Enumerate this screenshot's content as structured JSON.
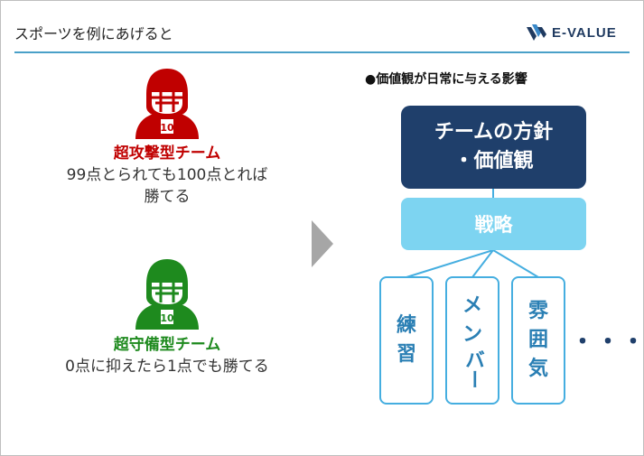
{
  "header": {
    "title": "スポーツを例にあげると",
    "logo_text": "E-VALUE"
  },
  "left": {
    "team1": {
      "heading": "超攻撃型チーム",
      "line1": "99点とられても100点とれば",
      "line2": "勝てる",
      "jersey_number": "10",
      "color": "#c00000"
    },
    "team2": {
      "heading": "超守備型チーム",
      "line1": "0点に抑えたら1点でも勝てる",
      "jersey_number": "10",
      "color": "#1e8a1e"
    }
  },
  "right": {
    "influence_label": "●価値観が日常に与える影響",
    "policy_line1": "チームの方針",
    "policy_line2": "・価値観",
    "strategy": "戦略",
    "subs": [
      {
        "c1": "練",
        "c2": "習",
        "c3": ""
      },
      {
        "c1": "メ",
        "c2": "ン",
        "c3": "バー"
      },
      {
        "c1": "雰",
        "c2": "囲",
        "c3": "気"
      }
    ],
    "ellipsis": "・・・"
  },
  "colors": {
    "dark_navy": "#1f3f6b",
    "light_blue": "#7dd4f1",
    "border_blue": "#45aee0",
    "rule_blue": "#4aa0c8",
    "arrow_gray": "#a6a6a6"
  }
}
